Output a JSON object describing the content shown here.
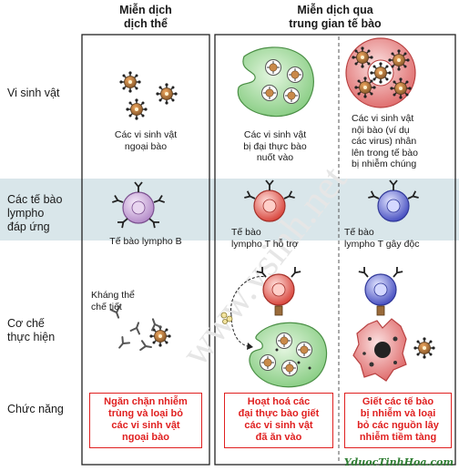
{
  "headers": {
    "humoral_line1": "Miễn dịch",
    "humoral_line2": "dịch thể",
    "cell_line1": "Miễn dịch qua",
    "cell_line2": "trung gian tế bào"
  },
  "row_labels": {
    "microbe": "Vi sinh vật",
    "lymph_1": "Các tế bào",
    "lymph_2": "lympho",
    "lymph_3": "đáp ứng",
    "mech_1": "Cơ chế",
    "mech_2": "thực hiện",
    "function": "Chức năng"
  },
  "captions": {
    "extracellular_1": "Các vi sinh vật",
    "extracellular_2": "ngoại bào",
    "phago_1": "Các vi sinh vật",
    "phago_2": "bị đại thực bào",
    "phago_3": "nuốt vào",
    "intra_1": "Các vi sinh vật",
    "intra_2": "nội bào (ví dụ",
    "intra_3": "các virus) nhân",
    "intra_4": "lên trong tế bào",
    "intra_5": "bị nhiễm chúng",
    "b_cell": "Tế bào lympho B",
    "th_1": "Tế bào",
    "th_2": "lympho T hỗ trợ",
    "tc_1": "Tế bào",
    "tc_2": "lympho T gây độc",
    "antibody_1": "Kháng thể",
    "antibody_2": "chế tiết"
  },
  "functions": {
    "humoral_1": "Ngăn chặn nhiễm",
    "humoral_2": "trùng và loại bỏ",
    "humoral_3": "các vi sinh vật",
    "humoral_4": "ngoại bào",
    "th_1": "Hoạt hoá các",
    "th_2": "đại thực bào giết",
    "th_3": "các vi sinh vật",
    "th_4": "đã ăn vào",
    "tc_1": "Giết các tế bào",
    "tc_2": "bị nhiễm và loại",
    "tc_3": "bỏ các nguồn lây",
    "tc_4": "nhiễm tiềm tàng"
  },
  "watermark": "YduocTinhHoa.com",
  "colors": {
    "band": "#d9e6ea",
    "function_red": "#e02020",
    "b_cell": "#c9a5d6",
    "t_helper": "#e0605a",
    "t_cytotoxic": "#5a63c8",
    "macrophage": "#9fd79a",
    "infected_cell": "#e07a7a",
    "microbe": "#8b5a2b"
  }
}
